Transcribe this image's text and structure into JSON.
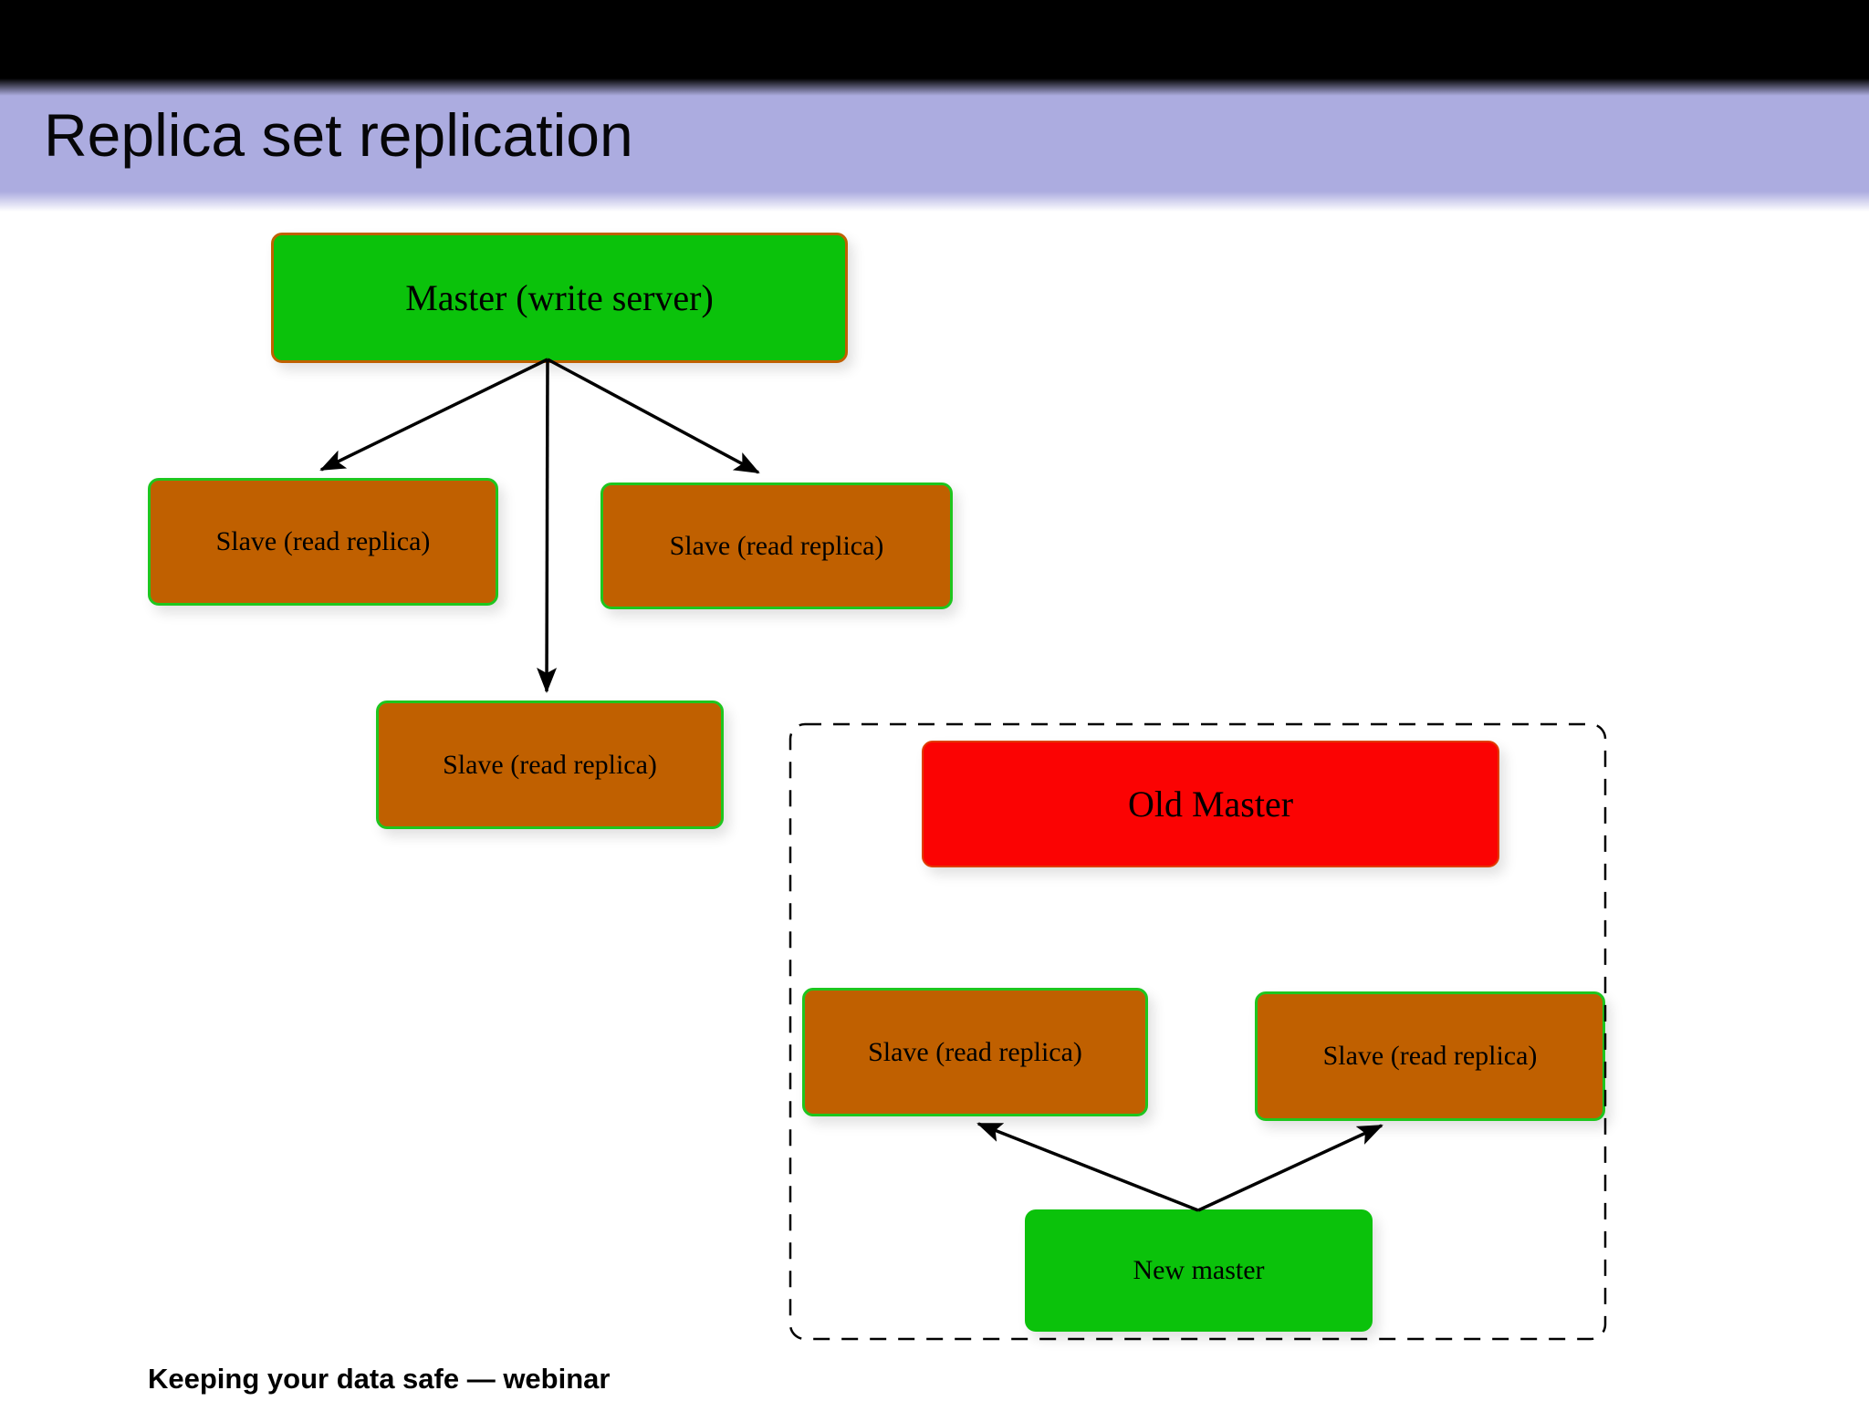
{
  "slide": {
    "title": "Replica set replication",
    "footer": "Keeping your data safe — webinar"
  },
  "colors": {
    "topbar": "#000000",
    "titlebar": "#acace0",
    "master-green": "#0bc20b",
    "slave-brown": "#c06000",
    "old-master-red": "#fb0303",
    "master-border-orange": "#c06000",
    "slave-border-green": "#1ec61e",
    "old-master-border": "#e03c00",
    "arrow-black": "#000000"
  },
  "diagram": {
    "nodes": [
      {
        "id": "master",
        "label": "Master (write server)",
        "role": "master"
      },
      {
        "id": "slave-1",
        "label": "Slave (read replica)",
        "role": "slave"
      },
      {
        "id": "slave-2",
        "label": "Slave (read replica)",
        "role": "slave"
      },
      {
        "id": "slave-3",
        "label": "Slave (read replica)",
        "role": "slave"
      },
      {
        "id": "old-master",
        "label": "Old Master",
        "role": "old-master"
      },
      {
        "id": "slave-4",
        "label": "Slave (read replica)",
        "role": "slave"
      },
      {
        "id": "slave-5",
        "label": "Slave (read replica)",
        "role": "slave"
      },
      {
        "id": "new-master",
        "label": "New master",
        "role": "new-master"
      }
    ]
  }
}
